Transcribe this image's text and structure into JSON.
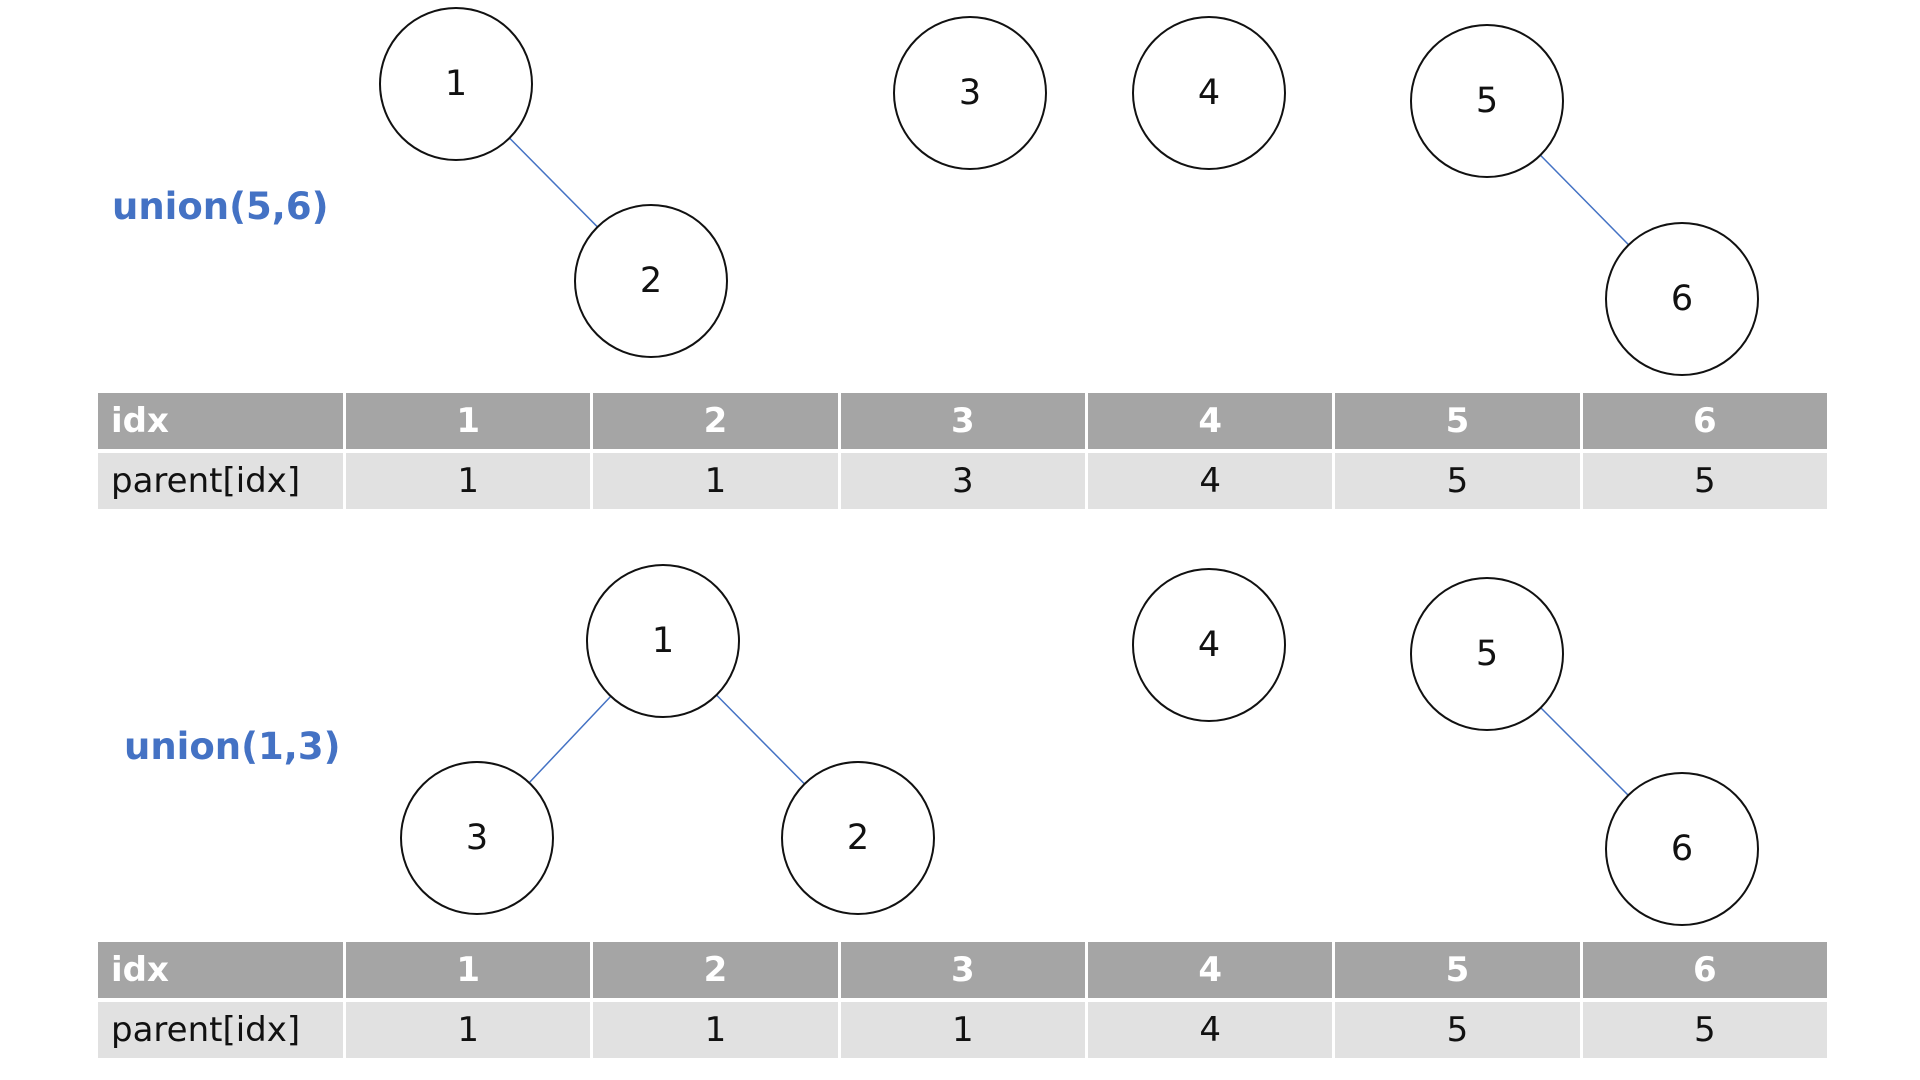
{
  "colors": {
    "accent": "#4472c4",
    "edge": "#4472c4",
    "header_bg": "#a5a5a5",
    "value_bg": "#e1e1e1"
  },
  "panels": [
    {
      "operation": "union(5,6)",
      "nodes": [
        "1",
        "2",
        "3",
        "4",
        "5",
        "6"
      ],
      "edges": [
        [
          "1",
          "2"
        ],
        [
          "5",
          "6"
        ]
      ],
      "table": {
        "header_label": "idx",
        "value_label": "parent[idx]",
        "idx": [
          "1",
          "2",
          "3",
          "4",
          "5",
          "6"
        ],
        "parent": [
          "1",
          "1",
          "3",
          "4",
          "5",
          "5"
        ]
      }
    },
    {
      "operation": "union(1,3)",
      "nodes": [
        "1",
        "3",
        "2",
        "4",
        "5",
        "6"
      ],
      "edges": [
        [
          "1",
          "3"
        ],
        [
          "1",
          "2"
        ],
        [
          "5",
          "6"
        ]
      ],
      "table": {
        "header_label": "idx",
        "value_label": "parent[idx]",
        "idx": [
          "1",
          "2",
          "3",
          "4",
          "5",
          "6"
        ],
        "parent": [
          "1",
          "1",
          "1",
          "4",
          "5",
          "5"
        ]
      }
    }
  ]
}
